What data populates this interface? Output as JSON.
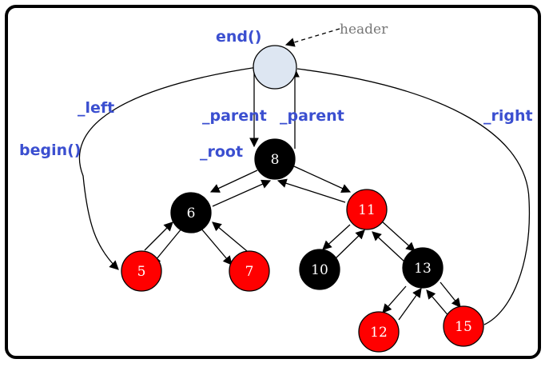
{
  "labels": {
    "end": "end()",
    "header": "header",
    "left": "_left",
    "begin": "begin()",
    "parent_down": "_parent",
    "parent_up": "_parent",
    "root": "_root",
    "right": "_right"
  },
  "colors": {
    "red": "#ff0000",
    "black": "#000000",
    "header_fill": "#dde6f2",
    "label": "#3b4fd0"
  },
  "nodes": [
    {
      "id": "n8",
      "value": "8",
      "color": "black"
    },
    {
      "id": "n6",
      "value": "6",
      "color": "black"
    },
    {
      "id": "n11",
      "value": "11",
      "color": "red"
    },
    {
      "id": "n5",
      "value": "5",
      "color": "red"
    },
    {
      "id": "n7",
      "value": "7",
      "color": "red"
    },
    {
      "id": "n10",
      "value": "10",
      "color": "black"
    },
    {
      "id": "n13",
      "value": "13",
      "color": "black"
    },
    {
      "id": "n12",
      "value": "12",
      "color": "red"
    },
    {
      "id": "n15",
      "value": "15",
      "color": "red"
    }
  ]
}
